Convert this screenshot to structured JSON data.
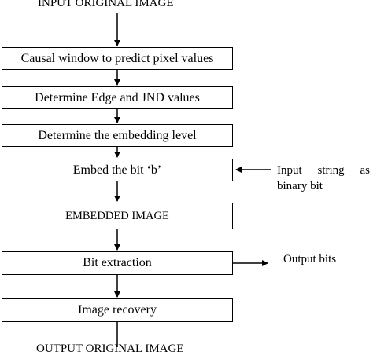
{
  "input_label": "INPUT ORIGINAL IMAGE",
  "steps": [
    "Causal window to predict pixel values",
    "Determine Edge and JND values",
    "Determine the embedding level",
    "Embed the bit ‘b’",
    "EMBEDDED IMAGE",
    "Bit extraction",
    "Image recovery"
  ],
  "output_label": "OUTPUT ORIGINAL IMAGE",
  "side_input": {
    "word1": "Input",
    "word2": "string",
    "word3": "as",
    "line2": "binary bit"
  },
  "side_output": "Output bits"
}
